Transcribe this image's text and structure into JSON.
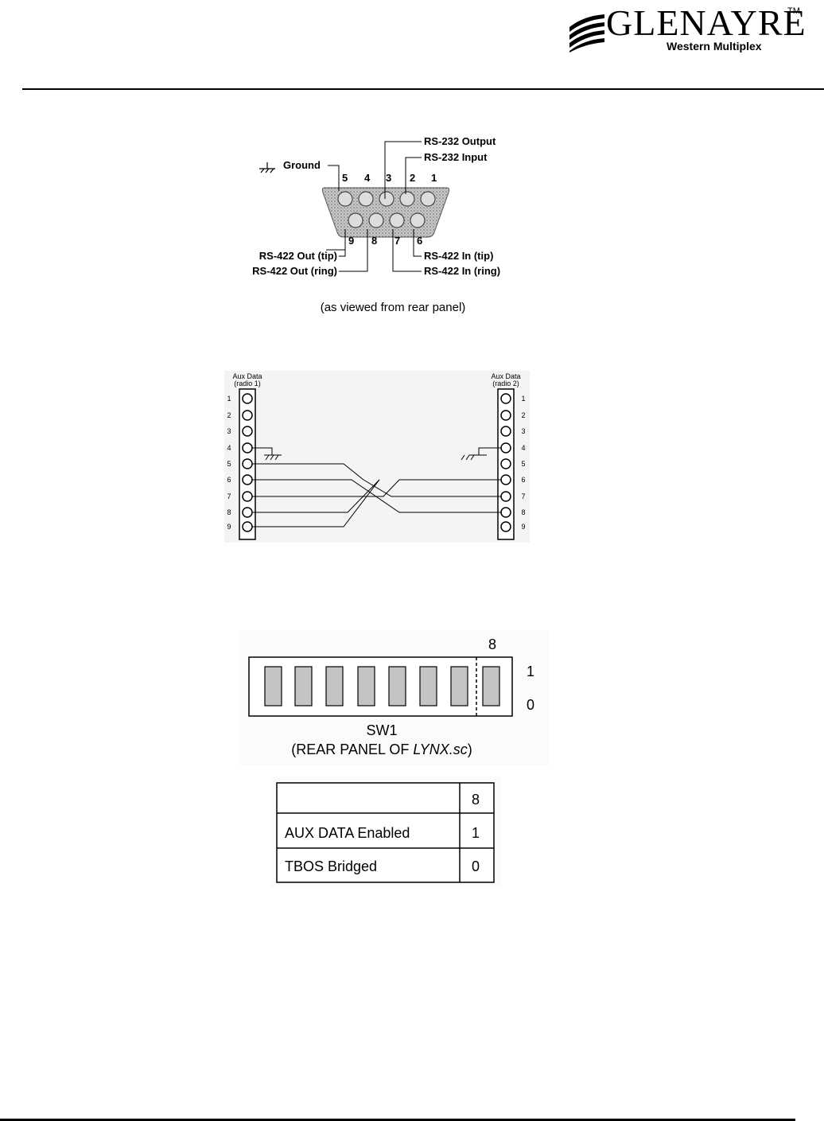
{
  "header": {
    "brand_name": "GLENAYRE",
    "trademark": "TM",
    "sub_brand": "Western Multiplex"
  },
  "db9_diagram": {
    "pins_top": [
      "5",
      "4",
      "3",
      "2",
      "1"
    ],
    "pins_bottom": [
      "9",
      "8",
      "7",
      "6"
    ],
    "labels": {
      "rs232_output": "RS-232 Output",
      "rs232_input": "RS-232 Input",
      "ground": "Ground",
      "rs422_out_tip": "RS-422 Out (tip)",
      "rs422_out_ring": "RS-422 Out (ring)",
      "rs422_in_tip": "RS-422 In (tip)",
      "rs422_in_ring": "RS-422 In (ring)"
    },
    "caption": "(as viewed from rear panel)"
  },
  "cable_diagram": {
    "left_title_1": "Aux Data",
    "left_title_2": "(radio 1)",
    "right_title_1": "Aux Data",
    "right_title_2": "(radio 2)",
    "pins": [
      "1",
      "2",
      "3",
      "4",
      "5",
      "6",
      "7",
      "8",
      "9"
    ]
  },
  "switch_diagram": {
    "position_label": "8",
    "state_on": "1",
    "state_off": "0",
    "switch_name": "SW1",
    "location_prefix": "(REAR PANEL OF ",
    "location_product": "LYNX.sc",
    "location_suffix": ")"
  },
  "switch_table": {
    "header": [
      "",
      "8"
    ],
    "rows": [
      [
        "AUX DATA Enabled",
        "1"
      ],
      [
        "TBOS Bridged",
        "0"
      ]
    ]
  }
}
